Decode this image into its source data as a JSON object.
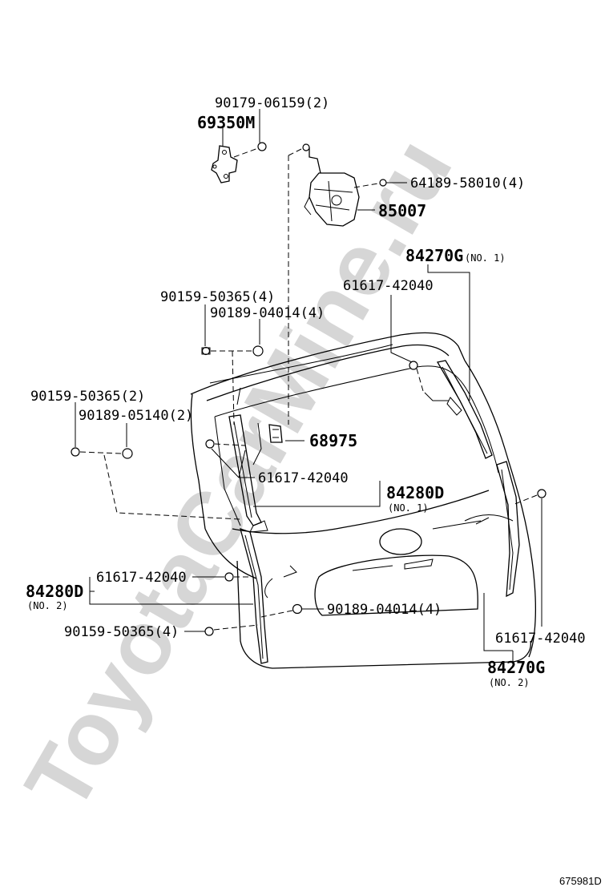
{
  "watermark": "ToyotaCarMine.ru",
  "drawing_ref": "675981D",
  "labels": {
    "bolt_top": "90179-06159(2)",
    "part_69350M": "69350M",
    "screw_64189": "64189-58010(4)",
    "motor_85007": "85007",
    "part_84270G_1": "84270G",
    "part_84270G_1_note": "(NO. 1)",
    "clip_right_top": "61617-42040",
    "bolt_upper_left_a": "90159-50365(4)",
    "nut_upper_left_b": "90189-04014(4)",
    "bolt_left_a": "90159-50365(2)",
    "nut_left_b": "90189-05140(2)",
    "part_68975": "68975",
    "clip_mid": "61617-42040",
    "part_84280D_1": "84280D",
    "part_84280D_1_note": "(NO. 1)",
    "clip_low_left": "61617-42040",
    "part_84280D_2": "84280D",
    "part_84280D_2_note": "(NO. 2)",
    "nut_low": "90189-04014(4)",
    "bolt_low": "90159-50365(4)",
    "clip_right_low": "61617-42040",
    "part_84270G_2": "84270G",
    "part_84270G_2_note": "(NO. 2)"
  }
}
